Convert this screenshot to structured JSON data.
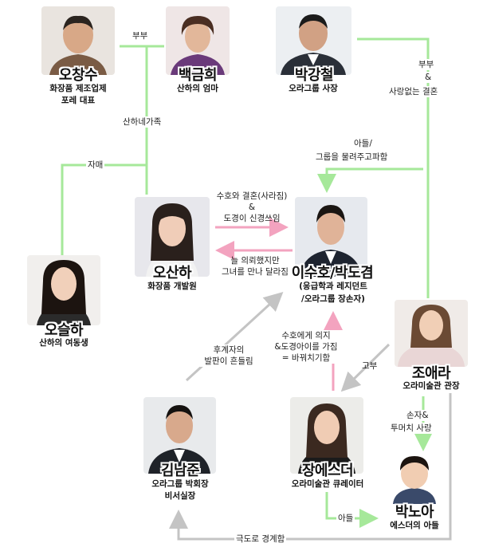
{
  "colors": {
    "green": "#a6e89a",
    "pink": "#f3a3bf",
    "gray": "#c4c4c4"
  },
  "characters": {
    "o_changsu": {
      "name": "오창수",
      "role_lines": [
        "화장품 제조업제",
        "포레 대표"
      ]
    },
    "baek_geumhui": {
      "name": "백금희",
      "role_lines": [
        "산하의 엄마"
      ]
    },
    "park_gangcheol": {
      "name": "박강철",
      "role_lines": [
        "오라그룹 사장"
      ]
    },
    "o_sanha": {
      "name": "오산하",
      "role_lines": [
        "화장품 개발원"
      ]
    },
    "lee_suho": {
      "name": "이수호/박도겸",
      "role_lines": [
        "(응급학과 레지던트",
        "/오라그룹 장손자)"
      ]
    },
    "o_seulha": {
      "name": "오슬하",
      "role_lines": [
        "산하의 여동생"
      ]
    },
    "jo_aera": {
      "name": "조애라",
      "role_lines": [
        "오라미술관 관장"
      ]
    },
    "kim_namjun": {
      "name": "김남준",
      "role_lines": [
        "오라그룹 박회장",
        "비서실장"
      ]
    },
    "jang_esther": {
      "name": "장에스더",
      "role_lines": [
        "오라미술관 큐레이터"
      ]
    },
    "park_noa": {
      "name": "박노아",
      "role_lines": [
        "에스더의 아들"
      ]
    }
  },
  "relations": {
    "couple_top": "부부",
    "sanha_family": "산하네가족",
    "sisters": "자매",
    "couple_right": "부부",
    "couple_right_amp": "&",
    "couple_right_sub": "사랑없는 결혼",
    "son_line1": "아들/",
    "son_line2": "그룹을 물려주고파함",
    "sanha_to_suho_1": "수호와 결혼(사라짐)",
    "sanha_to_suho_2": "&",
    "sanha_to_suho_3": "도경이 신경쓰임",
    "suho_to_sanha_1": "늘 의뢰했지만",
    "suho_to_sanha_2": "그녀를 만나 달라짐",
    "successor_1": "후계자의",
    "successor_2": "발판이 흔들림",
    "esther_to_suho_1": "수호에게 의지",
    "esther_to_suho_2": "&도경아이를 가짐",
    "esther_to_suho_3": "= 바꿔치기함",
    "aunt": "고부",
    "grandson_1": "손자&",
    "grandson_2": "투머치 사랑",
    "son": "아들",
    "hostile": "극도로 경계함"
  }
}
